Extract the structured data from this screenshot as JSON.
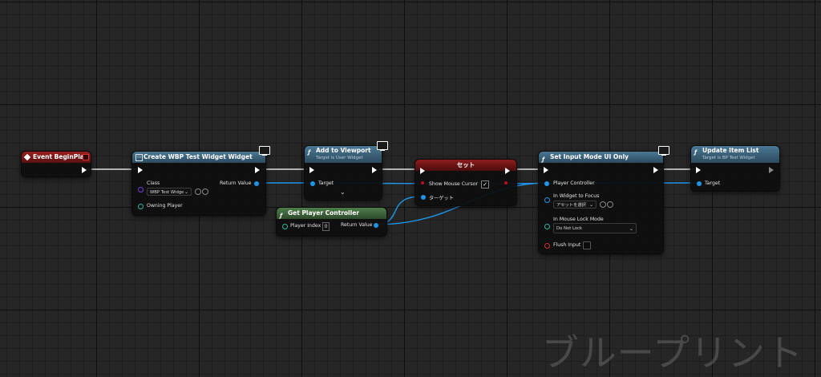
{
  "watermark": "ブループリント",
  "nodes": {
    "event_begin_play": {
      "title": "Event BeginPlay"
    },
    "create_widget": {
      "title": "Create WBP Test Widget Widget",
      "class_label": "Class",
      "class_value": "WBP Test Widge",
      "return_label": "Return Value",
      "owning_player_label": "Owning Player"
    },
    "add_to_viewport": {
      "title": "Add to Viewport",
      "subtitle": "Target is User Widget",
      "target_label": "Target"
    },
    "get_player_controller": {
      "title": "Get Player Controller",
      "player_index_label": "Player Index",
      "player_index_value": "0",
      "return_label": "Return Value"
    },
    "set_node": {
      "title": "セット",
      "show_mouse_cursor_label": "Show Mouse Cursor",
      "show_mouse_cursor_checked": true,
      "target_label": "ターゲット"
    },
    "set_input_mode": {
      "title": "Set Input Mode UI Only",
      "player_controller_label": "Player Controller",
      "widget_focus_label": "In Widget to Focus",
      "widget_focus_value": "アセットを選択",
      "mouse_lock_label": "In Mouse Lock Mode",
      "mouse_lock_value": "Do Not Lock",
      "flush_input_label": "Flush Input",
      "flush_input_checked": false
    },
    "update_item_list": {
      "title": "Update Item List",
      "subtitle": "Target is BP Test Widget",
      "target_label": "Target"
    }
  },
  "colors": {
    "exec_wire": "#ffffff",
    "object_wire": "#1d95e8",
    "event_header": "#8a1c1c",
    "function_header": "#3d6680",
    "pure_header": "#3e6a3b",
    "watermark": "#c8c8c8"
  },
  "icons": {
    "event": "event-diamond-icon",
    "function": "function-f-icon",
    "server_client": "monitor-icon",
    "delegate": "delegate-square-icon"
  }
}
